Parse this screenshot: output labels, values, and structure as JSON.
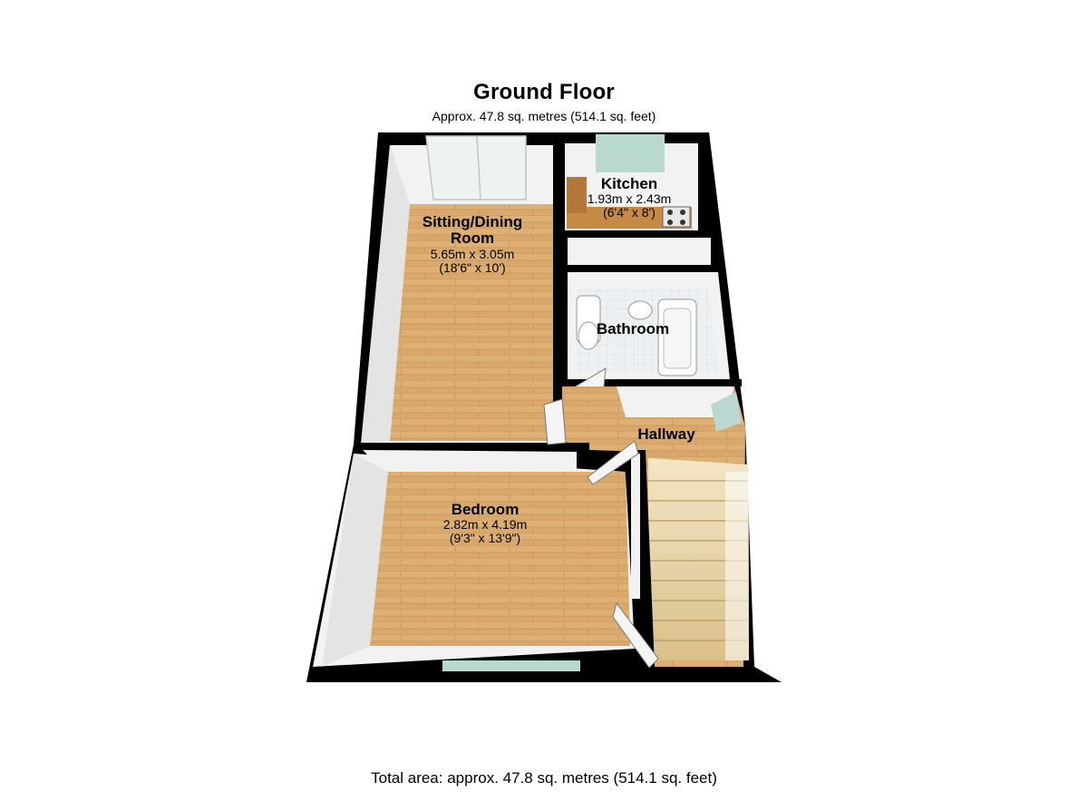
{
  "header": {
    "title": "Ground Floor",
    "area": "Approx. 47.8 sq. metres (514.1 sq. feet)"
  },
  "rooms": {
    "sitting": {
      "name_line1": "Sitting/Dining",
      "name_line2": "Room",
      "metric": "5.65m x 3.05m",
      "imperial": "(18'6\" x 10')"
    },
    "kitchen": {
      "name": "Kitchen",
      "metric": "1.93m x 2.43m",
      "imperial": "(6'4\" x 8')"
    },
    "bathroom": {
      "name": "Bathroom"
    },
    "hallway": {
      "name": "Hallway"
    },
    "bedroom": {
      "name": "Bedroom",
      "metric": "2.82m x 4.19m",
      "imperial": "(9'3\" x 13'9\")"
    }
  },
  "footer": {
    "total": "Total area: approx. 47.8 sq. metres (514.1 sq. feet)"
  },
  "colors": {
    "wall": "#000000",
    "floor_wood": "#d9a86c",
    "floor_tile": "#e9ecef",
    "wall_face": "#f2f2f2",
    "window": "#b8d8d0"
  }
}
